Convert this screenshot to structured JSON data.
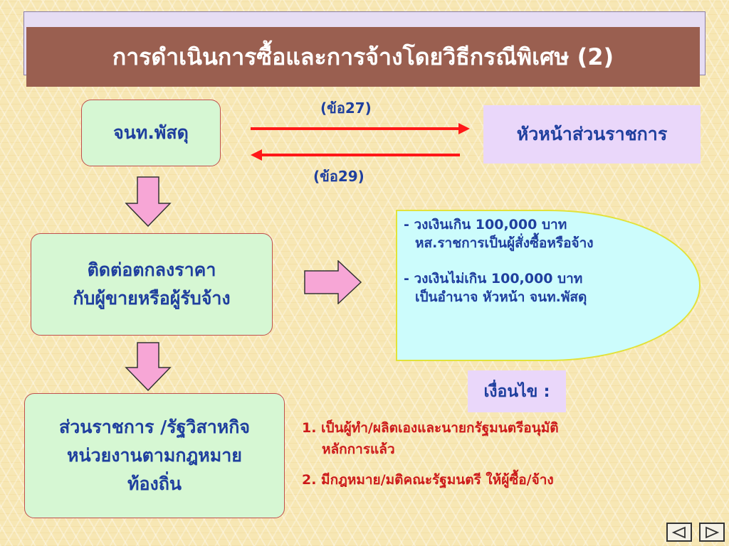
{
  "title": "การดำเนินการซื้อและการจ้างโดยวิธีกรณีพิเศษ (2)",
  "boxes": {
    "staff": "จนท.พัสดุ",
    "head": "หัวหน้าส่วนราชการ",
    "negotiate": [
      "ติดต่อตกลงราคา",
      "กับผู้ขายหรือผู้รับจ้าง"
    ],
    "agency": [
      "ส่วนราชการ /รัฐวิสาหกิจ",
      "หน่วยงานตามกฎหมาย",
      "ท้องถิ่น"
    ]
  },
  "arrows": {
    "forward_label": "(ข้อ27)",
    "back_label": "(ข้อ29)"
  },
  "authority": {
    "over_limit": "- วงเงินเกิน 100,000 บาท",
    "over_limit_detail": "หส.ราชการเป็นผู้สั่งซื้อหรือจ้าง",
    "under_limit": "- วงเงินไม่เกิน 100,000 บาท",
    "under_limit_detail": "เป็นอำนาจ หัวหน้า จนท.พัสดุ"
  },
  "conditions": {
    "label": "เงื่อนไข :",
    "item1_line1": "1. เป็นผู้ทำ/ผลิตเองและนายกรัฐมนตรีอนุมัติ",
    "item1_line2": "หลักการแล้ว",
    "item2": "2. มีกฎหมาย/มติคณะรัฐมนตรี ให้ผู้ซื้อ/จ้าง"
  },
  "nav": {
    "prev_icon": "triangle-left-icon",
    "next_icon": "triangle-right-icon"
  },
  "colors": {
    "title_bg": "#9a5f50",
    "box_green": "#d6f7d3",
    "box_lavender": "#ead7fa",
    "lens_cyan": "#ccfcfc",
    "text_blue": "#1f3f9e",
    "text_red": "#cc1a1a",
    "arrow_red": "#ff1818",
    "block_arrow_pink": "#f7a6d6"
  }
}
